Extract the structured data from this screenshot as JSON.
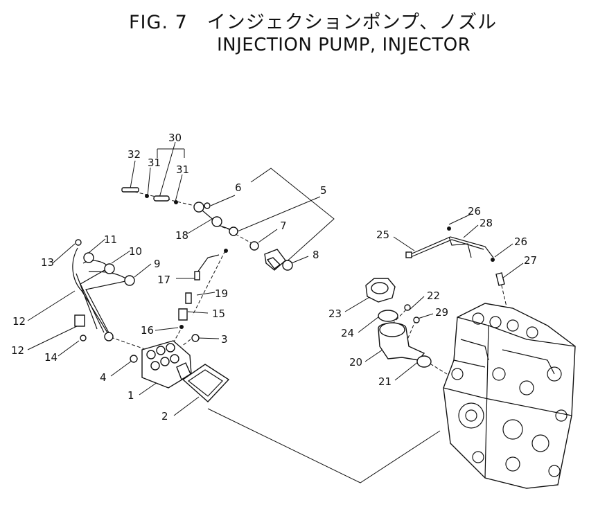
{
  "title": {
    "fig": "FIG. 7",
    "jp": "インジェクションポンプ、ノズル",
    "en": "INJECTION PUMP, INJECTOR"
  },
  "callouts": [
    "1",
    "2",
    "3",
    "4",
    "5",
    "6",
    "7",
    "8",
    "9",
    "10",
    "11",
    "12",
    "12",
    "13",
    "14",
    "15",
    "16",
    "17",
    "18",
    "19",
    "20",
    "21",
    "22",
    "23",
    "24",
    "25",
    "26",
    "26",
    "27",
    "28",
    "29",
    "30",
    "31",
    "31",
    "32"
  ]
}
